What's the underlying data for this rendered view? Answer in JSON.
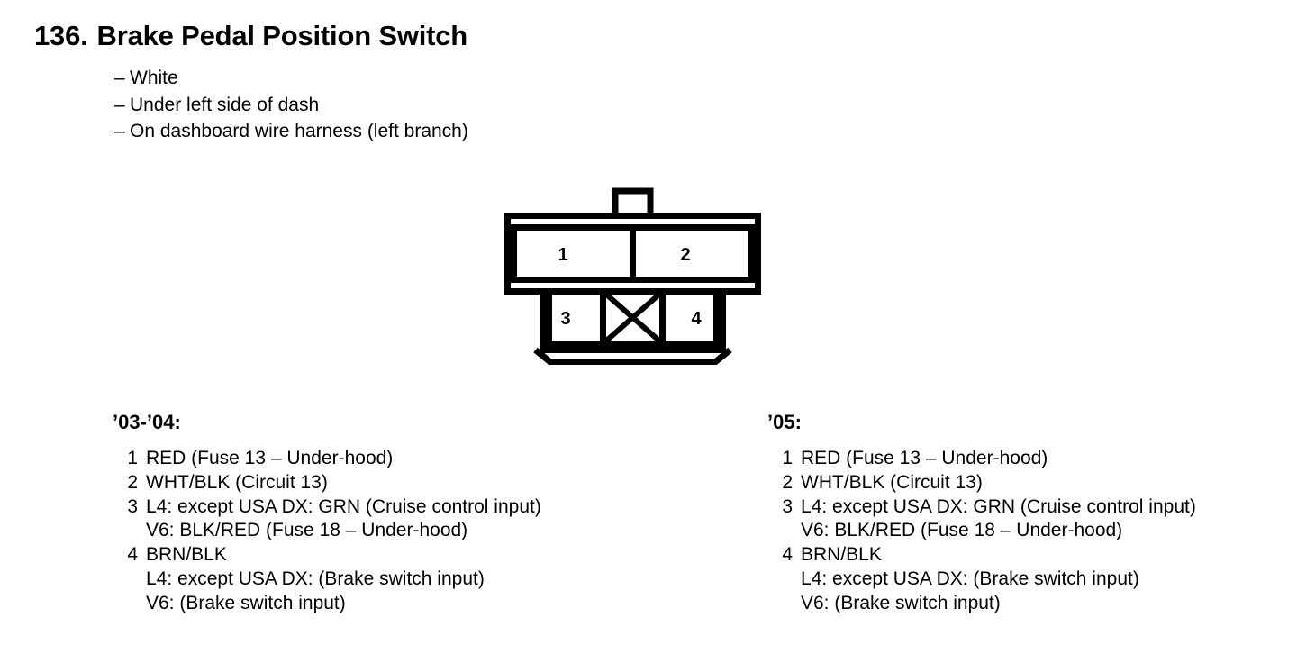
{
  "title": {
    "number": "136.",
    "text": "Brake Pedal Position Switch"
  },
  "description": {
    "dash": "–",
    "items": [
      "White",
      "Under left side of dash",
      "On dashboard wire harness (left branch)"
    ]
  },
  "connector": {
    "name": "4-pin-connector-pinout",
    "top_row_pins": [
      "1",
      "2"
    ],
    "bottom_row_pins": [
      "3",
      "4"
    ],
    "blank_cavity_marker": "X",
    "stroke_color": "#000000",
    "fill_color": "#ffffff"
  },
  "pin_groups": [
    {
      "heading": "’03-’04:",
      "pins": [
        {
          "number": "1",
          "lines": [
            "RED (Fuse 13 – Under-hood)"
          ]
        },
        {
          "number": "2",
          "lines": [
            "WHT/BLK (Circuit 13)"
          ]
        },
        {
          "number": "3",
          "lines": [
            "L4: except USA DX: GRN (Cruise control input)",
            "V6: BLK/RED (Fuse 18 – Under-hood)"
          ]
        },
        {
          "number": "4",
          "lines": [
            "BRN/BLK",
            "L4: except USA DX: (Brake switch input)",
            "V6: (Brake switch input)"
          ]
        }
      ]
    },
    {
      "heading": "’05:",
      "pins": [
        {
          "number": "1",
          "lines": [
            "RED (Fuse 13 – Under-hood)"
          ]
        },
        {
          "number": "2",
          "lines": [
            "WHT/BLK (Circuit 13)"
          ]
        },
        {
          "number": "3",
          "lines": [
            "L4: except USA DX: GRN (Cruise control input)",
            "V6: BLK/RED (Fuse 18 – Under-hood)"
          ]
        },
        {
          "number": "4",
          "lines": [
            "BRN/BLK",
            "L4: except USA DX: (Brake switch input)",
            "V6: (Brake switch input)"
          ]
        }
      ]
    }
  ]
}
